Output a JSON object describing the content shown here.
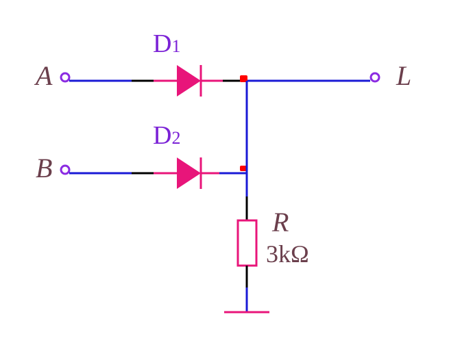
{
  "diagram": {
    "terminals": {
      "a_label": "A",
      "b_label": "B",
      "l_label": "L"
    },
    "diodes": [
      {
        "letter": "D",
        "subscript": "1"
      },
      {
        "letter": "D",
        "subscript": "2"
      }
    ],
    "resistor": {
      "name": "R",
      "value": "3kΩ"
    },
    "colors": {
      "wire": "#1a1ad6",
      "lead": "#000000",
      "component": "#e8157a",
      "terminal": "#8b2be2",
      "junction": "#ff0000",
      "diode_label": "#7b22d6",
      "terminal_label": "#6b3f4c"
    }
  }
}
